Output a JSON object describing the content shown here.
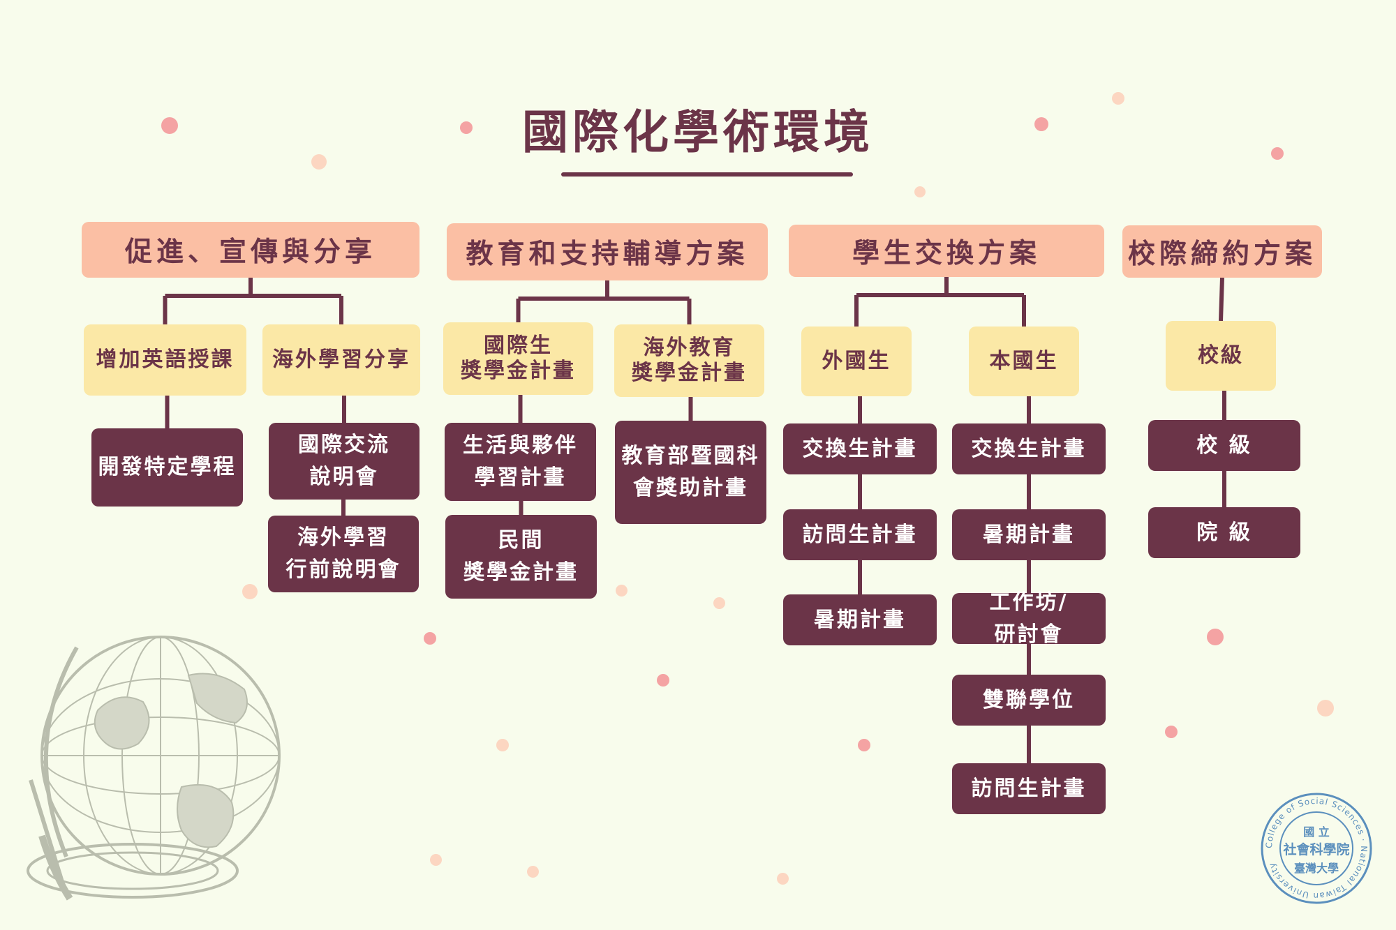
{
  "title": "國際化學術環境",
  "colors": {
    "background": "#f8fcec",
    "header_fill": "#fbbfa4",
    "mid_fill": "#fbe8a6",
    "leaf_fill": "#6b3448",
    "text_dark": "#6b3448",
    "dot_pink": "#f4a3a3",
    "dot_peach": "#fcd6c1",
    "globe_gray": "#b9bdad",
    "seal_blue": "#5b8fbd"
  },
  "seal": {
    "ring_text": "College of Social Sciences · National Taiwan University",
    "center_lines": [
      "國  立",
      "社會科學院",
      "臺灣大學"
    ]
  },
  "columns": [
    {
      "header": "促進、宣傳與分享",
      "groups": [
        {
          "label": "增加英語授課",
          "items": [
            "開發特定學程"
          ]
        },
        {
          "label": "海外學習分享",
          "items": [
            "國際交流\n說明會",
            "海外學習\n行前說明會"
          ]
        }
      ]
    },
    {
      "header": "教育和支持輔導方案",
      "groups": [
        {
          "label": "國際生\n獎學金計畫",
          "items": [
            "生活與夥伴\n學習計畫",
            "民間\n獎學金計畫"
          ]
        },
        {
          "label": "海外教育\n獎學金計畫",
          "items": [
            "教育部暨國科\n會獎助計畫"
          ]
        }
      ]
    },
    {
      "header": "學生交換方案",
      "groups": [
        {
          "label": "外國生",
          "items": [
            "交換生計畫",
            "訪問生計畫",
            "暑期計畫"
          ]
        },
        {
          "label": "本國生",
          "items": [
            "交換生計畫",
            "暑期計畫",
            "工作坊/\n研討會",
            "雙聯學位",
            "訪問生計畫"
          ]
        }
      ]
    },
    {
      "header": "校際締約方案",
      "groups": [
        {
          "label": "校級",
          "items": [
            "校 級",
            "院 級"
          ]
        }
      ]
    }
  ]
}
